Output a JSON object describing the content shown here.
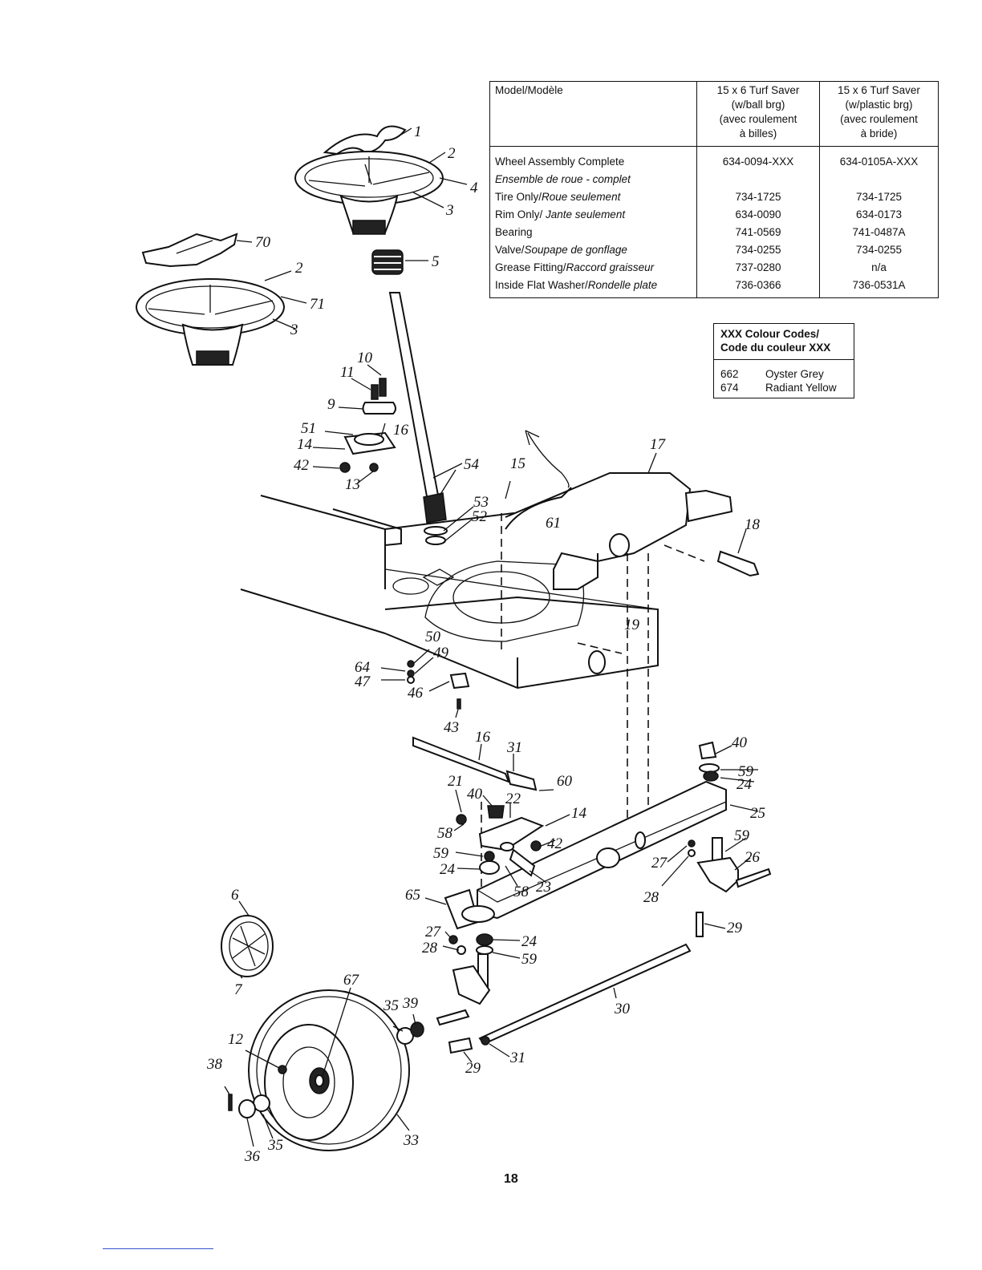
{
  "spec_table": {
    "header": {
      "model_label": "Model/Modèle",
      "col1": [
        "15 x 6 Turf Saver",
        "(w/ball brg)",
        "(avec roulement",
        "à billes)"
      ],
      "col2": [
        "15 x 6 Turf Saver",
        "(w/plastic brg)",
        "(avec roulement",
        "à bride)"
      ]
    },
    "rows": [
      {
        "label": "Wheel Assembly Complete",
        "col1": "634-0094-XXX",
        "col2": "634-0105A-XXX"
      },
      {
        "label_fr": "Ensemble de roue - complet",
        "col1": "",
        "col2": ""
      },
      {
        "label": "Tire Only/",
        "label_fr": "Roue seulement",
        "col1": "734-1725",
        "col2": "734-1725"
      },
      {
        "label": "Rim Only/ ",
        "label_fr": "Jante seulement",
        "col1": "634-0090",
        "col2": "634-0173"
      },
      {
        "label": "Bearing",
        "col1": "741-0569",
        "col2": "741-0487A"
      },
      {
        "label": "Valve/",
        "label_fr": "Soupape de gonflage",
        "col1": "734-0255",
        "col2": "734-0255"
      },
      {
        "label": "Grease Fitting/",
        "label_fr": "Raccord graisseur",
        "col1": "737-0280",
        "col2": "n/a"
      },
      {
        "label": "Inside Flat Washer/",
        "label_fr": "Rondelle plate",
        "col1": "736-0366",
        "col2": "736-0531A"
      }
    ]
  },
  "colour_codes": {
    "title_line1": "XXX Colour Codes/",
    "title_line2": "Code du couleur XXX",
    "entries": [
      {
        "code": "662",
        "name": "Oyster Grey"
      },
      {
        "code": "674",
        "name": "Radiant Yellow"
      }
    ]
  },
  "callouts": [
    {
      "id": "c1",
      "text": "1"
    },
    {
      "id": "c2a",
      "text": "2"
    },
    {
      "id": "c3a",
      "text": "3"
    },
    {
      "id": "c4",
      "text": "4"
    },
    {
      "id": "c5",
      "text": "5"
    },
    {
      "id": "c70",
      "text": "70"
    },
    {
      "id": "c2b",
      "text": "2"
    },
    {
      "id": "c71",
      "text": "71"
    },
    {
      "id": "c3b",
      "text": "3"
    },
    {
      "id": "c10",
      "text": "10"
    },
    {
      "id": "c11",
      "text": "11"
    },
    {
      "id": "c9",
      "text": "9"
    },
    {
      "id": "c51",
      "text": "51"
    },
    {
      "id": "c16a",
      "text": "16"
    },
    {
      "id": "c14a",
      "text": "14"
    },
    {
      "id": "c42a",
      "text": "42"
    },
    {
      "id": "c13",
      "text": "13"
    },
    {
      "id": "c54",
      "text": "54"
    },
    {
      "id": "c15",
      "text": "15"
    },
    {
      "id": "c17",
      "text": "17"
    },
    {
      "id": "c53",
      "text": "53"
    },
    {
      "id": "c52",
      "text": "52"
    },
    {
      "id": "c61",
      "text": "61"
    },
    {
      "id": "c18",
      "text": "18"
    },
    {
      "id": "c19",
      "text": "19"
    },
    {
      "id": "c50",
      "text": "50"
    },
    {
      "id": "c49",
      "text": "49"
    },
    {
      "id": "c64",
      "text": "64"
    },
    {
      "id": "c47",
      "text": "47"
    },
    {
      "id": "c46",
      "text": "46"
    },
    {
      "id": "c43",
      "text": "43"
    },
    {
      "id": "c16b",
      "text": "16"
    },
    {
      "id": "c31a",
      "text": "31"
    },
    {
      "id": "c60",
      "text": "60"
    },
    {
      "id": "c21",
      "text": "21"
    },
    {
      "id": "c40a",
      "text": "40"
    },
    {
      "id": "c22",
      "text": "22"
    },
    {
      "id": "c14b",
      "text": "14"
    },
    {
      "id": "c58a",
      "text": "58"
    },
    {
      "id": "c42b",
      "text": "42"
    },
    {
      "id": "c59a",
      "text": "59"
    },
    {
      "id": "c24a",
      "text": "24"
    },
    {
      "id": "c58b",
      "text": "58"
    },
    {
      "id": "c23",
      "text": "23"
    },
    {
      "id": "c65",
      "text": "65"
    },
    {
      "id": "c40b",
      "text": "40"
    },
    {
      "id": "c59b",
      "text": "59"
    },
    {
      "id": "c24b",
      "text": "24"
    },
    {
      "id": "c25",
      "text": "25"
    },
    {
      "id": "c59c",
      "text": "59"
    },
    {
      "id": "c26",
      "text": "26"
    },
    {
      "id": "c27a",
      "text": "27"
    },
    {
      "id": "c28a",
      "text": "28"
    },
    {
      "id": "c6",
      "text": "6"
    },
    {
      "id": "c7",
      "text": "7"
    },
    {
      "id": "c27b",
      "text": "27"
    },
    {
      "id": "c28b",
      "text": "28"
    },
    {
      "id": "c24c",
      "text": "24"
    },
    {
      "id": "c59d",
      "text": "59"
    },
    {
      "id": "c29a",
      "text": "29"
    },
    {
      "id": "c67",
      "text": "67"
    },
    {
      "id": "c35a",
      "text": "35"
    },
    {
      "id": "c39",
      "text": "39"
    },
    {
      "id": "c30",
      "text": "30"
    },
    {
      "id": "c12",
      "text": "12"
    },
    {
      "id": "c38",
      "text": "38"
    },
    {
      "id": "c29b",
      "text": "29"
    },
    {
      "id": "c31b",
      "text": "31"
    },
    {
      "id": "c36",
      "text": "36"
    },
    {
      "id": "c35b",
      "text": "35"
    },
    {
      "id": "c33",
      "text": "33"
    }
  ],
  "page_number": "18"
}
